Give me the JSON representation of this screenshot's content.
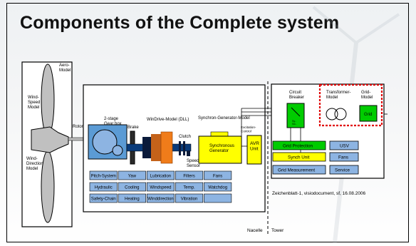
{
  "title": "Components of the Complete system",
  "left_panel": {
    "aero": "Aero-\nModel",
    "wind_speed": "Wind-\nSpeed\nModel",
    "wind_direction": "Wind-\nDirection\nModel",
    "rotor": "Rotor"
  },
  "nacelle": {
    "gearbox": "2-stage\nGear box",
    "brake": "Brake",
    "windrive": "WinDrive-Model (DLL)",
    "clutch": "Clutch",
    "speed_sensor": "Speed-\nSensor",
    "synchron_model": "Synchron-Generator-Model",
    "excitation": "Excitation-\nControl",
    "generator": "Synchronous\nGenerator",
    "avr": "AVR\nUnit"
  },
  "grid_side": {
    "circuit_breaker": "Circuit\nBreaker",
    "transformer": "Transformer-\nModel",
    "grid_model": "Grid-\nModel",
    "grid": "Grid",
    "synch_label": "Sy..\nNo..",
    "grid_protection": "Grid Protection",
    "usv": "USV",
    "synch_unit": "Synch Unit",
    "fans": "Fans",
    "grid_measurement": "Grid Measurement",
    "service": "Service"
  },
  "control_table": [
    [
      "Pitch-System",
      "Yaw",
      "Lubrication",
      "Filters",
      "Fans"
    ],
    [
      "Hydraulic",
      "Cooling",
      "Windspeed",
      "Temp.",
      "Watchdog"
    ],
    [
      "Safety-Chain",
      "Heating",
      "Winddirection",
      "Vibration",
      ""
    ]
  ],
  "caption": "Zeichenblatt-1, visiodocument, sf, 16.08.2006",
  "labels": {
    "nacelle": "Nacelle",
    "tower": "Tower"
  },
  "colors": {
    "box_blue": "#5b9bd5",
    "button_blue": "#8db4e2",
    "yellow": "#ffff00",
    "green": "#00cc00",
    "orange": "#f07c1a",
    "dashed_red": "#e00000"
  }
}
